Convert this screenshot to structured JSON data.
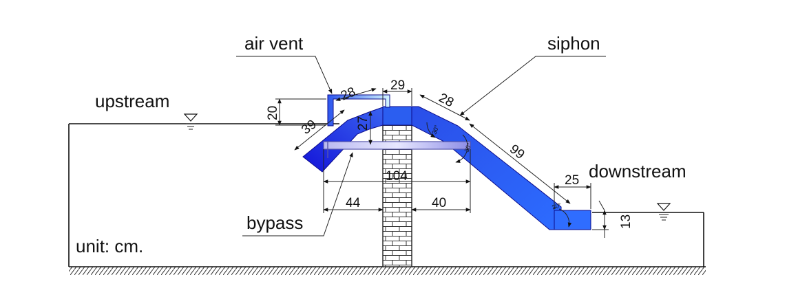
{
  "labels": {
    "air_vent": "air vent",
    "siphon": "siphon",
    "upstream": "upstream",
    "downstream": "downstream",
    "bypass": "bypass",
    "unit": "unit: cm."
  },
  "dimensions": {
    "vent_height": "20",
    "vent_length": "28",
    "top_width": "29",
    "inlet_leg": "39",
    "crest_height": "27",
    "outlet_bend": "28",
    "outlet_leg": "99",
    "total_span": "104",
    "left_span": "44",
    "right_span": "40",
    "downstream_tail": "25",
    "downstream_depth": "13",
    "angle_left": "30°",
    "angle_right": "30°",
    "angle_bottom": "30°"
  },
  "colors": {
    "siphon_dark": "#1a1adb",
    "siphon_light": "#3f7bff",
    "bypass_light": "#dcdcff",
    "bypass_mid": "#8f8fe8",
    "vent_light": "#c8f2ff"
  }
}
